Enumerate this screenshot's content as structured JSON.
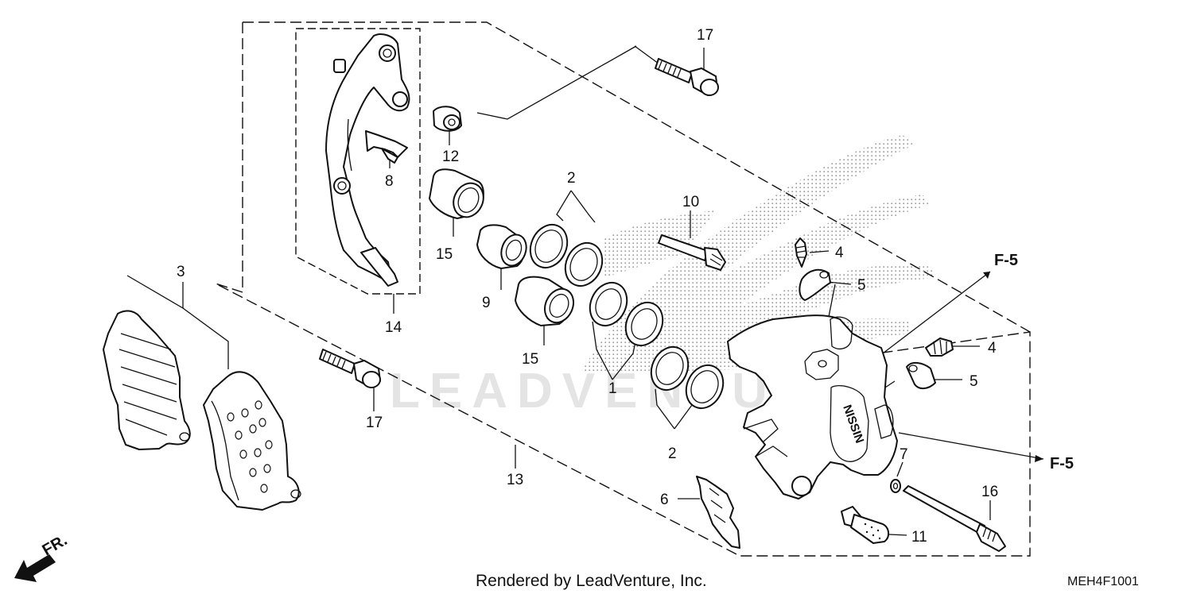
{
  "callouts": [
    {
      "id": "c1",
      "text": "1"
    },
    {
      "id": "c2a",
      "text": "2"
    },
    {
      "id": "c2b",
      "text": "2"
    },
    {
      "id": "c3",
      "text": "3"
    },
    {
      "id": "c4a",
      "text": "4"
    },
    {
      "id": "c4b",
      "text": "4"
    },
    {
      "id": "c5a",
      "text": "5"
    },
    {
      "id": "c5b",
      "text": "5"
    },
    {
      "id": "c6",
      "text": "6"
    },
    {
      "id": "c7",
      "text": "7"
    },
    {
      "id": "c8",
      "text": "8"
    },
    {
      "id": "c9",
      "text": "9"
    },
    {
      "id": "c10",
      "text": "10"
    },
    {
      "id": "c11",
      "text": "11"
    },
    {
      "id": "c12",
      "text": "12"
    },
    {
      "id": "c13",
      "text": "13"
    },
    {
      "id": "c14",
      "text": "14"
    },
    {
      "id": "c15a",
      "text": "15"
    },
    {
      "id": "c15b",
      "text": "15"
    },
    {
      "id": "c16",
      "text": "16"
    },
    {
      "id": "c17a",
      "text": "17"
    },
    {
      "id": "c17b",
      "text": "17"
    }
  ],
  "references": {
    "top": "F-5",
    "right": "F-5"
  },
  "direction_label": "FR.",
  "caliper_brand": "NISSIN",
  "watermark": "LEADVENTURE",
  "footer": {
    "rendered_by": "Rendered by LeadVenture, Inc.",
    "diagram_code": "MEH4F1001"
  }
}
